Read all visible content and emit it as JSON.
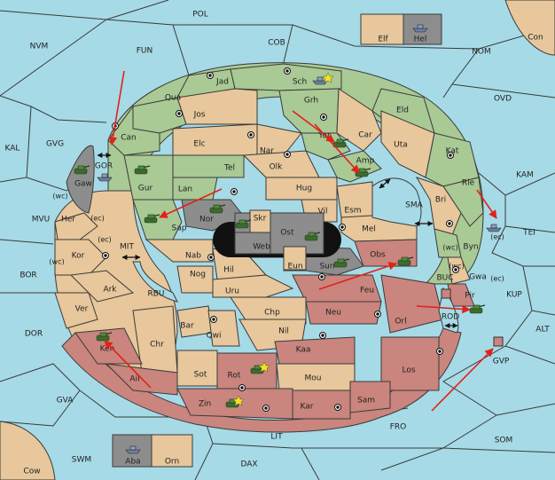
{
  "colors": {
    "sea": "#a6dae6",
    "green": "#a9c995",
    "tan": "#e7c79b",
    "red": "#c9857e",
    "gray": "#8d8d8d",
    "black": "#111111",
    "arrow": "#e0231a"
  },
  "seas": [
    {
      "id": "POL",
      "label": "POL"
    },
    {
      "id": "NVM",
      "label": "NVM"
    },
    {
      "id": "FUN",
      "label": "FUN"
    },
    {
      "id": "COB",
      "label": "COB"
    },
    {
      "id": "NOM",
      "label": "NOM"
    },
    {
      "id": "Con",
      "label": "Con"
    },
    {
      "id": "OVD",
      "label": "OVD"
    },
    {
      "id": "KAL",
      "label": "KAL"
    },
    {
      "id": "GVG",
      "label": "GVG"
    },
    {
      "id": "KAM",
      "label": "KAM"
    },
    {
      "id": "MVU",
      "label": "MVU"
    },
    {
      "id": "TEI",
      "label": "TEI"
    },
    {
      "id": "BOR",
      "label": "BOR"
    },
    {
      "id": "KUP",
      "label": "KUP"
    },
    {
      "id": "DOR",
      "label": "DOR"
    },
    {
      "id": "ALT",
      "label": "ALT"
    },
    {
      "id": "GVA",
      "label": "GVA"
    },
    {
      "id": "FRO",
      "label": "FRO"
    },
    {
      "id": "SOM",
      "label": "SOM"
    },
    {
      "id": "LIT",
      "label": "LIT"
    },
    {
      "id": "SWM",
      "label": "SWM"
    },
    {
      "id": "DAX",
      "label": "DAX"
    },
    {
      "id": "Cow",
      "label": "Cow"
    },
    {
      "id": "MIT",
      "label": "MIT"
    },
    {
      "id": "RBU",
      "label": "RBU"
    },
    {
      "id": "SMA",
      "label": "SMA"
    },
    {
      "id": "GOR",
      "label": "GOR"
    },
    {
      "id": "BUC",
      "label": "BUC"
    },
    {
      "id": "ROD",
      "label": "ROD"
    },
    {
      "id": "GVP",
      "label": "GVP"
    }
  ],
  "provinces": [
    {
      "id": "Jad",
      "label": "Jad"
    },
    {
      "id": "Sch",
      "label": "Sch"
    },
    {
      "id": "Qua",
      "label": "Qua"
    },
    {
      "id": "Jos",
      "label": "Jos"
    },
    {
      "id": "Grh",
      "label": "Grh"
    },
    {
      "id": "Eld",
      "label": "Eld"
    },
    {
      "id": "Can",
      "label": "Can"
    },
    {
      "id": "Elc",
      "label": "Elc"
    },
    {
      "id": "Car",
      "label": "Car"
    },
    {
      "id": "Nar",
      "label": "Nar"
    },
    {
      "id": "Yor",
      "label": "Yor"
    },
    {
      "id": "Uta",
      "label": "Uta"
    },
    {
      "id": "Kat",
      "label": "Kat"
    },
    {
      "id": "Tel",
      "label": "Tel"
    },
    {
      "id": "Olk",
      "label": "Olk"
    },
    {
      "id": "Amp",
      "label": "Amp"
    },
    {
      "id": "Gur",
      "label": "Gur"
    },
    {
      "id": "Lan",
      "label": "Lan"
    },
    {
      "id": "Hug",
      "label": "Hug"
    },
    {
      "id": "Rie",
      "label": "Rie"
    },
    {
      "id": "Gaw",
      "label": "Gaw"
    },
    {
      "id": "Bri",
      "label": "Bri"
    },
    {
      "id": "Vil",
      "label": "Vil"
    },
    {
      "id": "Esm",
      "label": "Esm"
    },
    {
      "id": "Her",
      "label": "Her"
    },
    {
      "id": "Sap",
      "label": "Sap"
    },
    {
      "id": "Nor",
      "label": "Nor"
    },
    {
      "id": "Skr",
      "label": "Skr"
    },
    {
      "id": "Ost",
      "label": "Ost"
    },
    {
      "id": "Mel",
      "label": "Mel"
    },
    {
      "id": "Web",
      "label": "Web"
    },
    {
      "id": "Byn",
      "label": "Byn"
    },
    {
      "id": "Kor",
      "label": "Kor"
    },
    {
      "id": "Nab",
      "label": "Nab"
    },
    {
      "id": "Obs",
      "label": "Obs"
    },
    {
      "id": "Eun",
      "label": "Eun"
    },
    {
      "id": "Sun",
      "label": "Sun"
    },
    {
      "id": "Gwa",
      "label": "Gwa"
    },
    {
      "id": "Ark",
      "label": "Ark"
    },
    {
      "id": "Hil",
      "label": "Hil"
    },
    {
      "id": "Nog",
      "label": "Nog"
    },
    {
      "id": "Uru",
      "label": "Uru"
    },
    {
      "id": "Feu",
      "label": "Feu"
    },
    {
      "id": "Pir",
      "label": "Pir"
    },
    {
      "id": "Ver",
      "label": "Ver"
    },
    {
      "id": "Chp",
      "label": "Chp"
    },
    {
      "id": "Neu",
      "label": "Neu"
    },
    {
      "id": "Bar",
      "label": "Bar"
    },
    {
      "id": "Orl",
      "label": "Orl"
    },
    {
      "id": "Qwi",
      "label": "Qwi"
    },
    {
      "id": "Nil",
      "label": "Nil"
    },
    {
      "id": "Chr",
      "label": "Chr"
    },
    {
      "id": "Ken",
      "label": "Ken"
    },
    {
      "id": "Kaa",
      "label": "Kaa"
    },
    {
      "id": "Los",
      "label": "Los"
    },
    {
      "id": "Sot",
      "label": "Sot"
    },
    {
      "id": "Rot",
      "label": "Rot"
    },
    {
      "id": "Mou",
      "label": "Mou"
    },
    {
      "id": "Ail",
      "label": "Ail"
    },
    {
      "id": "Zin",
      "label": "Zin"
    },
    {
      "id": "Kar",
      "label": "Kar"
    },
    {
      "id": "Sam",
      "label": "Sam"
    },
    {
      "id": "Elf",
      "label": "Elf"
    },
    {
      "id": "Hel",
      "label": "Hel"
    },
    {
      "id": "Aba",
      "label": "Aba"
    },
    {
      "id": "Orn",
      "label": "Orn"
    }
  ],
  "coast_labels": [
    {
      "id": "wc1",
      "label": "(wc)"
    },
    {
      "id": "ec1",
      "label": "(ec)"
    },
    {
      "id": "ec2",
      "label": "(ec)"
    },
    {
      "id": "wc2",
      "label": "(wc)"
    },
    {
      "id": "wc3",
      "label": "(wc)"
    },
    {
      "id": "ec3",
      "label": "(ec)"
    },
    {
      "id": "wc4",
      "label": "(wc)"
    },
    {
      "id": "ec4",
      "label": "(ec)"
    }
  ],
  "unit_icons": [
    "tank-icon",
    "ship-icon",
    "supply-center-icon",
    "star-icon"
  ],
  "arrow_icons": [
    "order-arrow-icon"
  ]
}
